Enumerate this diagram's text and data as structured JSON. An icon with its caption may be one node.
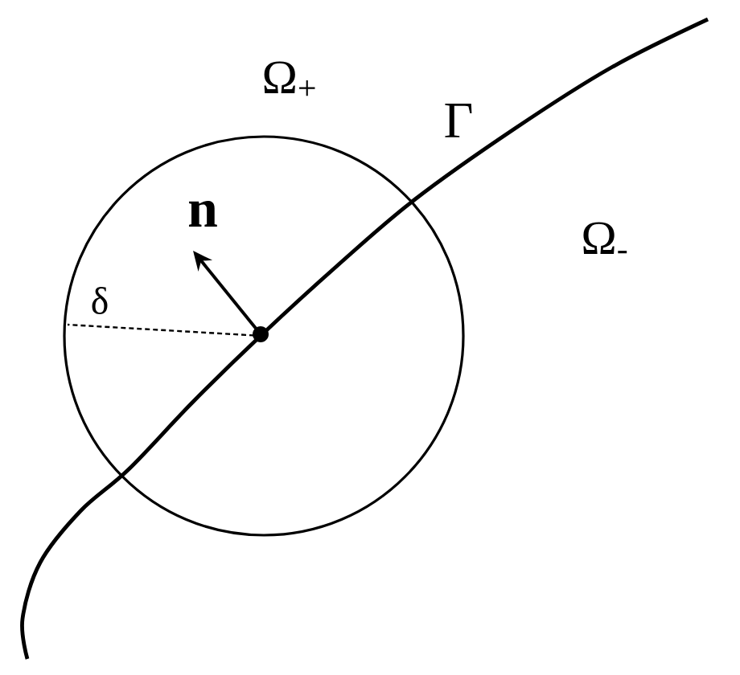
{
  "diagram": {
    "labels": [
      "Ω$_{+}$",
      "Γ",
      "Ω$_{-}$",
      "n",
      "δ"
    ]
  }
}
